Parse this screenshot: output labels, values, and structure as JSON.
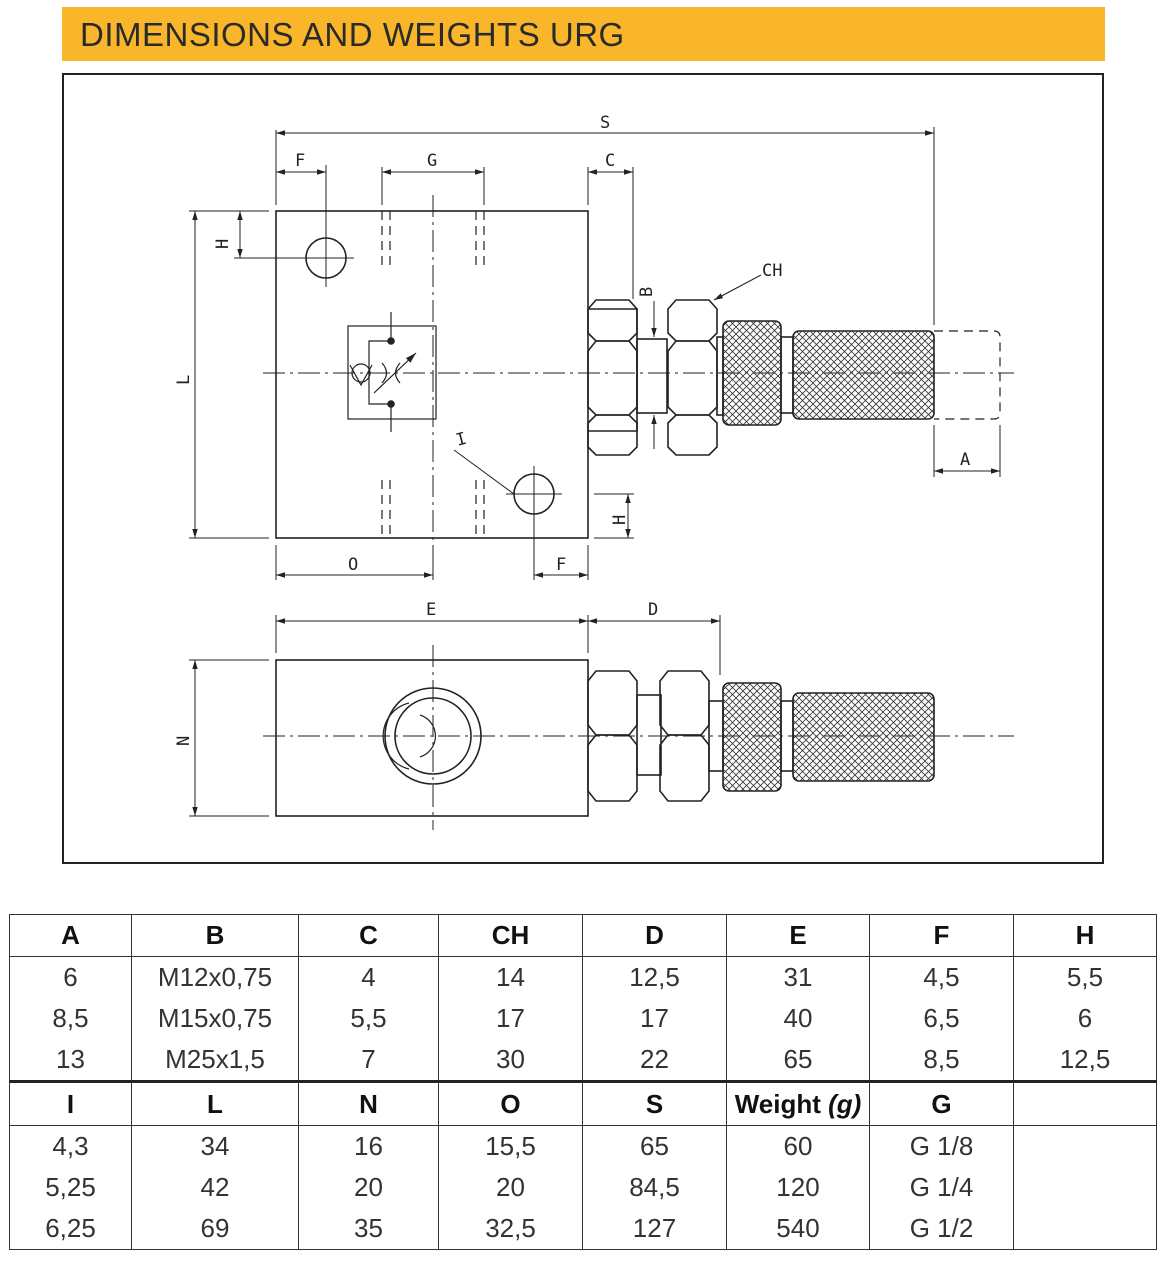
{
  "header": {
    "title": "DIMENSIONS AND WEIGHTS URG"
  },
  "drawing": {
    "labels": {
      "S": "S",
      "F": "F",
      "G": "G",
      "C": "C",
      "H": "H",
      "B": "B",
      "CH": "CH",
      "L": "L",
      "A": "A",
      "I": "I",
      "O": "O",
      "E": "E",
      "D": "D",
      "N": "N"
    }
  },
  "table1": {
    "headers": [
      "A",
      "B",
      "C",
      "CH",
      "D",
      "E",
      "F",
      "H"
    ],
    "rows": [
      [
        "6",
        "M12x0,75",
        "4",
        "14",
        "12,5",
        "31",
        "4,5",
        "5,5"
      ],
      [
        "8,5",
        "M15x0,75",
        "5,5",
        "17",
        "17",
        "40",
        "6,5",
        "6"
      ],
      [
        "13",
        "M25x1,5",
        "7",
        "30",
        "22",
        "65",
        "8,5",
        "12,5"
      ]
    ]
  },
  "table2": {
    "headers": [
      "I",
      "L",
      "N",
      "O",
      "S",
      "Weight",
      "G",
      ""
    ],
    "weight_unit": "(g)",
    "rows": [
      [
        "4,3",
        "34",
        "16",
        "15,5",
        "65",
        "60",
        "G 1/8",
        ""
      ],
      [
        "5,25",
        "42",
        "20",
        "20",
        "84,5",
        "120",
        "G 1/4",
        ""
      ],
      [
        "6,25",
        "69",
        "35",
        "32,5",
        "127",
        "540",
        "G 1/2",
        ""
      ]
    ]
  }
}
